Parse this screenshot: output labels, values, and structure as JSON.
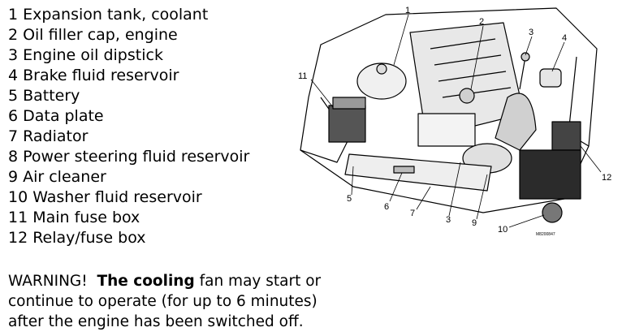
{
  "legend": [
    {
      "number": "1",
      "label": "Expansion tank, coolant"
    },
    {
      "number": "2",
      "label": "Oil filler cap, engine"
    },
    {
      "number": "3",
      "label": "Engine oil dipstick"
    },
    {
      "number": "4",
      "label": "Brake fluid reservoir"
    },
    {
      "number": "5",
      "label": "Battery"
    },
    {
      "number": "6",
      "label": "Data plate"
    },
    {
      "number": "7",
      "label": "Radiator"
    },
    {
      "number": "8",
      "label": "Power steering fluid reservoir"
    },
    {
      "number": "9",
      "label": "Air cleaner"
    },
    {
      "number": "10",
      "label": "Washer fluid reservoir"
    },
    {
      "number": "11",
      "label": "Main fuse box"
    },
    {
      "number": "12",
      "label": "Relay/fuse box"
    }
  ],
  "warning": {
    "prefix": "WARNING!",
    "bold": "The cooling",
    "rest_line1": " fan may start or",
    "line2": "continue to operate (for up to 6 minutes)",
    "line3": "after the engine has been switched off."
  },
  "diagram": {
    "callouts": [
      "1",
      "2",
      "3",
      "4",
      "11",
      "12",
      "5",
      "6",
      "7",
      "3",
      "9",
      "10"
    ],
    "code": "M8200847"
  }
}
